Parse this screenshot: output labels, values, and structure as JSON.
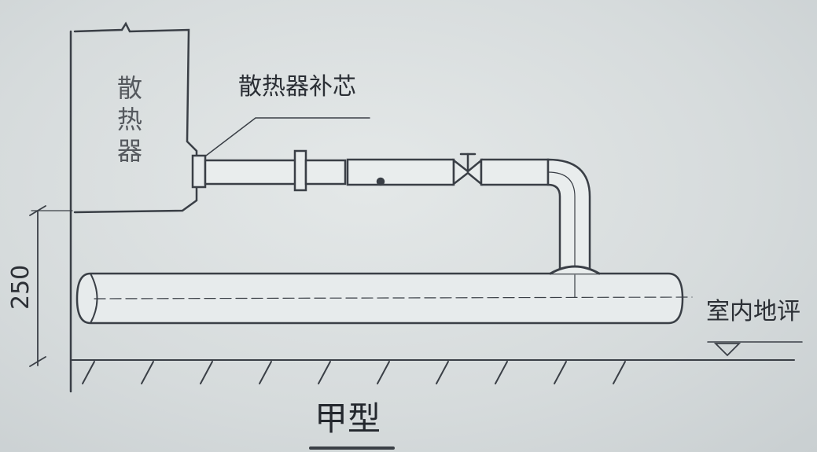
{
  "radiator": {
    "label": "散热器"
  },
  "callout": {
    "label": "散热器补芯"
  },
  "floor": {
    "label": "室内地评"
  },
  "dimension": {
    "value": "250"
  },
  "figure": {
    "title": "甲型"
  },
  "colors": {
    "line": "#3a3f46",
    "fill_light": "#e6eaeb",
    "background": "#d7dcdd"
  }
}
